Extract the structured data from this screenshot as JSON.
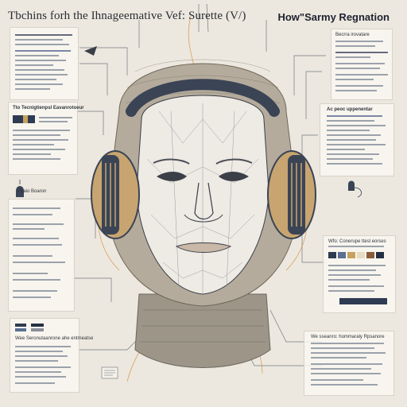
{
  "header": {
    "title_left": "Tbchins forh the Ihnageemative Vef: Surette (V/)",
    "title_right": "How\"Sarmy Regnation"
  },
  "panels": {
    "top_right_caption": "Becrra irovatare",
    "mid_left_caption": "Tto Tecnigtienpsl Eavanrotoeur",
    "mid_right_caption": "Ac peoc uppenentar",
    "left_small_caption": "Pgaio Boaron",
    "right_lower_caption": "Wfo: Conerupe ttesl eorses",
    "bottom_left_caption": "Wee Seronutaanrone ahe entmeatse",
    "bottom_right_caption": "We sseanro: hommaraly Rpsanore"
  },
  "palette": {
    "paper": "#ece8df",
    "ink": "#1f2430",
    "face": "#eeeae4",
    "headphone": "#3a4455",
    "wood": "#c8a570",
    "neck": "#9c9588",
    "wire_orange": "#d98a3a",
    "wire_gray": "#6a6f78",
    "swatch_colors": [
      "#2f3b52",
      "#5a6f93",
      "#c8a160",
      "#e7dbc3",
      "#8a5a3b",
      "#263043"
    ]
  },
  "icons": [
    "headphones-icon",
    "mouse-icon",
    "document-icon",
    "arrow-icon"
  ]
}
